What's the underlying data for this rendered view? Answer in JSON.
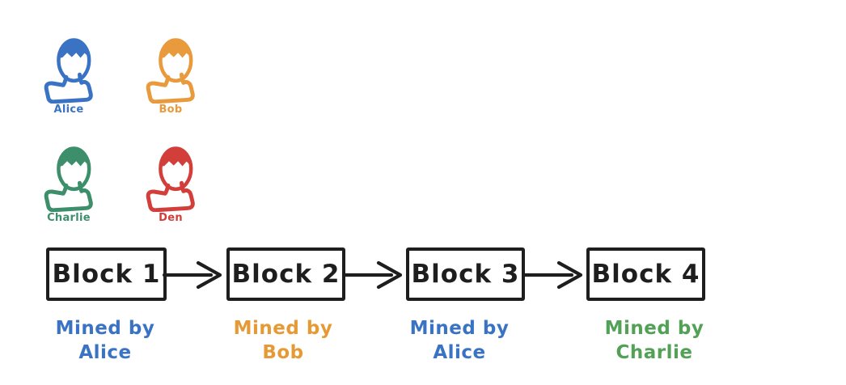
{
  "diagram": {
    "background_color": "#ffffff",
    "ink_color": "#1e1e1e"
  },
  "persons": [
    {
      "name": "Alice",
      "color": "#3b73c4",
      "icon": "person-icon"
    },
    {
      "name": "Bob",
      "color": "#e89a3c",
      "icon": "person-icon"
    },
    {
      "name": "Charlie",
      "color": "#3d8f6c",
      "icon": "person-icon"
    },
    {
      "name": "Den",
      "color": "#d23f3b",
      "icon": "person-icon"
    }
  ],
  "chain": {
    "blocks": [
      {
        "label": "Block 1",
        "mined_by": "Mined by Alice",
        "mined_by_color": "#3b73c4"
      },
      {
        "label": "Block 2",
        "mined_by": "Mined by Bob",
        "mined_by_color": "#e59a35"
      },
      {
        "label": "Block 3",
        "mined_by": "Mined by Alice",
        "mined_by_color": "#3b73c4"
      },
      {
        "label": "Block 4",
        "mined_by": "Mined by Charlie",
        "mined_by_color": "#52a156"
      }
    ],
    "arrow_icon": "arrow-right-icon"
  }
}
